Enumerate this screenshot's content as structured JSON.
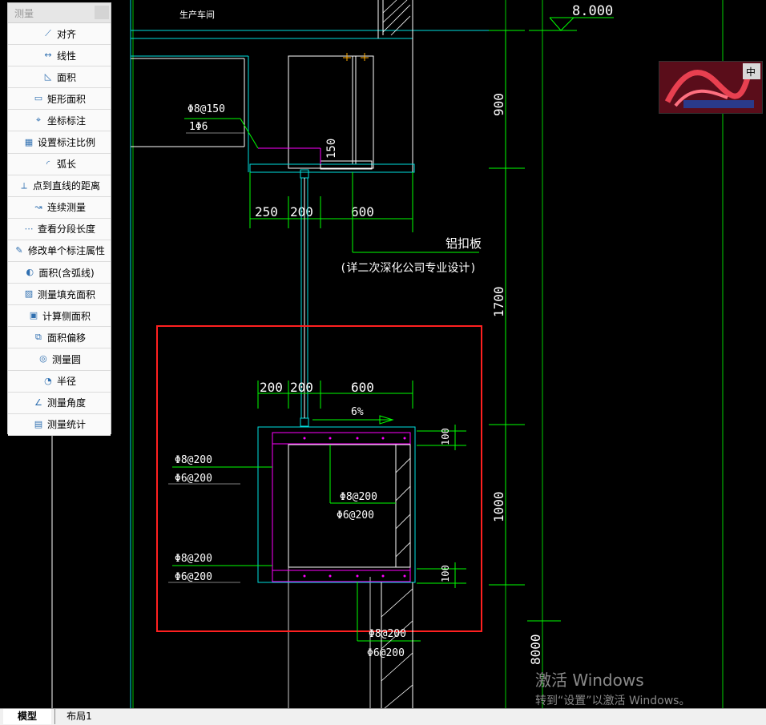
{
  "panel": {
    "title": "测量",
    "tools": [
      {
        "label": "对齐",
        "icon": "align-dimension-icon"
      },
      {
        "label": "线性",
        "icon": "linear-dimension-icon"
      },
      {
        "label": "面积",
        "icon": "area-icon"
      },
      {
        "label": "矩形面积",
        "icon": "rect-area-icon"
      },
      {
        "label": "坐标标注",
        "icon": "coordinate-icon"
      },
      {
        "label": "设置标注比例",
        "icon": "scale-icon"
      },
      {
        "label": "弧长",
        "icon": "arc-length-icon"
      },
      {
        "label": "点到直线的距离",
        "icon": "point-line-distance-icon"
      },
      {
        "label": "连续测量",
        "icon": "continuous-measure-icon"
      },
      {
        "label": "查看分段长度",
        "icon": "segment-length-icon"
      },
      {
        "label": "修改单个标注属性",
        "icon": "edit-dimension-icon"
      },
      {
        "label": "面积(含弧线)",
        "icon": "arc-area-icon"
      },
      {
        "label": "测量填充面积",
        "icon": "hatch-area-icon"
      },
      {
        "label": "计算侧面积",
        "icon": "side-area-icon"
      },
      {
        "label": "面积偏移",
        "icon": "area-offset-icon"
      },
      {
        "label": "测量圆",
        "icon": "circle-icon"
      },
      {
        "label": "半径",
        "icon": "radius-icon"
      },
      {
        "label": "测量角度",
        "icon": "angle-icon"
      },
      {
        "label": "测量统计",
        "icon": "statistics-icon"
      }
    ]
  },
  "drawing": {
    "room_label": "生产车间",
    "elevation": "8.000",
    "dim_900": "900",
    "dim_1700": "1700",
    "dim_1000": "1000",
    "dim_8000": "8000",
    "dim_250": "250",
    "dim_200": "200",
    "dim_600": "600",
    "dim_150": "150",
    "dim_100": "100",
    "slope": "6%",
    "rebar_8_150": "Φ8@150",
    "rebar_1_6": "1Φ6",
    "rebar_8_200": "Φ8@200",
    "rebar_6_200": "Φ6@200",
    "note_title": "铝扣板",
    "note_detail": "(详二次深化公司专业设计)"
  },
  "thumbnail": {
    "badge": "中"
  },
  "watermark": {
    "line1": "激活 Windows",
    "line2": "转到“设置”以激活 Windows。"
  },
  "tabs": {
    "model": "模型",
    "layout1": "布局1"
  }
}
